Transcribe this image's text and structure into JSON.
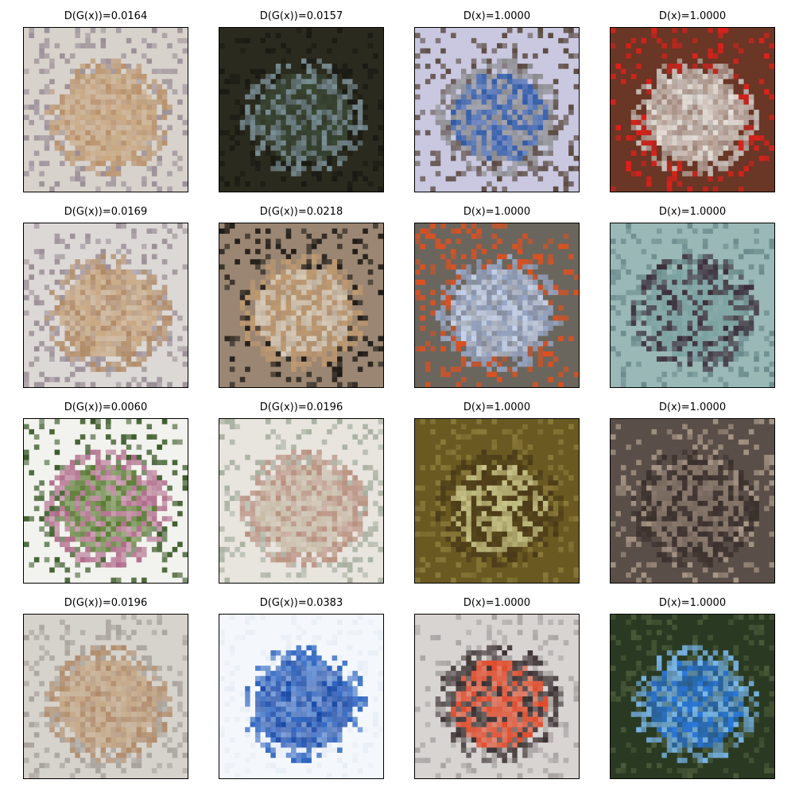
{
  "panels": [
    {
      "label": "D(G(x))=0.0164",
      "kind": "generated",
      "subject": "blurry tan dog on pale background",
      "colors": [
        "#d8d2cc",
        "#c8a882",
        "#b89068",
        "#9a8e96"
      ]
    },
    {
      "label": "D(G(x))=0.0157",
      "kind": "generated",
      "subject": "dark noisy texture",
      "colors": [
        "#2a2a1e",
        "#3b4a36",
        "#7a8f96",
        "#1a1a14"
      ]
    },
    {
      "label": "D(x)=1.0000",
      "kind": "real",
      "subject": "blue truck on road",
      "colors": [
        "#c9c8e0",
        "#2f5aa8",
        "#8a8a8c",
        "#5a4a40"
      ]
    },
    {
      "label": "D(x)=1.0000",
      "kind": "real",
      "subject": "white fluffy dog against brown wall",
      "colors": [
        "#6a3626",
        "#e6e2dc",
        "#c8c2bc",
        "#e0201a"
      ]
    },
    {
      "label": "D(G(x))=0.0169",
      "kind": "generated",
      "subject": "blurry tan dog on pale background",
      "colors": [
        "#dcd8d6",
        "#c8a882",
        "#b08a66",
        "#9a8e96"
      ]
    },
    {
      "label": "D(G(x))=0.0218",
      "kind": "generated",
      "subject": "blurry tan dog on warm background",
      "colors": [
        "#9a8672",
        "#d8cbb8",
        "#c09a70",
        "#1e1a16"
      ]
    },
    {
      "label": "D(x)=1.0000",
      "kind": "real",
      "subject": "light blue airplane toy on ground",
      "colors": [
        "#6a665e",
        "#c8d4ec",
        "#9aa8c8",
        "#e0501e"
      ]
    },
    {
      "label": "D(x)=1.0000",
      "kind": "real",
      "subject": "ship on teal water",
      "colors": [
        "#9ab8b6",
        "#7aa0a0",
        "#3a2e3a",
        "#6a8a8c"
      ]
    },
    {
      "label": "D(G(x))=0.0060",
      "kind": "generated",
      "subject": "pink horse on green grass",
      "colors": [
        "#f2f2ee",
        "#5a7a32",
        "#b06a8a",
        "#3a5a28"
      ]
    },
    {
      "label": "D(G(x))=0.0196",
      "kind": "generated",
      "subject": "faint figure on pale background",
      "colors": [
        "#e8e4de",
        "#c8bca8",
        "#b89080",
        "#a8b0a0"
      ]
    },
    {
      "label": "D(x)=1.0000",
      "kind": "real",
      "subject": "frog on brown leaves",
      "colors": [
        "#6a5a22",
        "#c8c48a",
        "#4a3a18",
        "#8a7a3a"
      ]
    },
    {
      "label": "D(x)=1.0000",
      "kind": "real",
      "subject": "tabby cat in dim room",
      "colors": [
        "#5a4e48",
        "#8a7a6e",
        "#3a302c",
        "#a89888"
      ]
    },
    {
      "label": "D(G(x))=0.0196",
      "kind": "generated",
      "subject": "blurry tan dog on pale background",
      "colors": [
        "#d6d2cc",
        "#c4a684",
        "#b08a68",
        "#a8a29c"
      ]
    },
    {
      "label": "D(G(x))=0.0383",
      "kind": "generated",
      "subject": "blue blob on white",
      "colors": [
        "#f4f8fc",
        "#1a4aa8",
        "#2a62c0",
        "#e8eef6"
      ]
    },
    {
      "label": "D(x)=1.0000",
      "kind": "real",
      "subject": "red truck on street",
      "colors": [
        "#d8d4d2",
        "#e04a2a",
        "#3a3030",
        "#a8a4a2"
      ]
    },
    {
      "label": "D(x)=1.0000",
      "kind": "real",
      "subject": "blue toy jet on grass",
      "colors": [
        "#2a3a22",
        "#2a7ae0",
        "#7ab8ec",
        "#4a5a3a"
      ]
    }
  ]
}
